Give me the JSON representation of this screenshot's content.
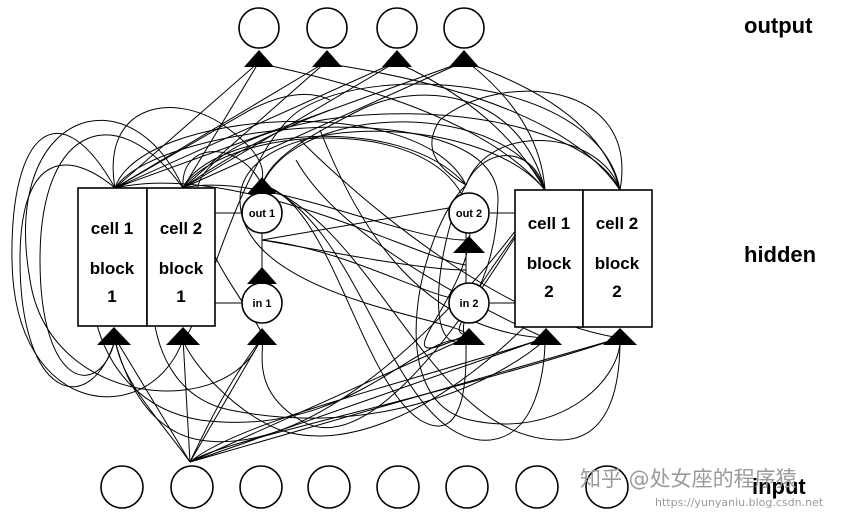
{
  "layer_labels": {
    "output": "output",
    "hidden": "hidden",
    "input": "input"
  },
  "block1": {
    "cell1": {
      "line1": "cell 1",
      "line2": "block",
      "line3": "1"
    },
    "cell2": {
      "line1": "cell 2",
      "line2": "block",
      "line3": "1"
    },
    "out_gate": "out 1",
    "in_gate": "in 1"
  },
  "block2": {
    "cell1": {
      "line1": "cell 1",
      "line2": "block",
      "line3": "2"
    },
    "cell2": {
      "line1": "cell 2",
      "line2": "block",
      "line3": "2"
    },
    "out_gate": "out 2",
    "in_gate": "in 2"
  },
  "watermark": {
    "text": "知乎 @处女座的程序猿",
    "url": "https://yunyaniu.blog.csdn.net"
  }
}
